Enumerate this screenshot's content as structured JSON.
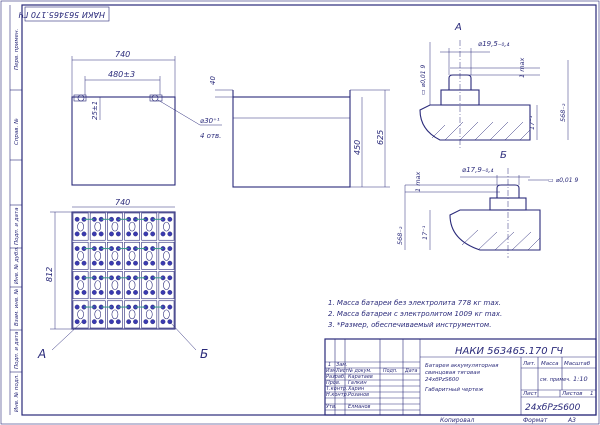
{
  "doc_code": "НАКИ 563465.170 ГЧ",
  "doc_code_rotated": "НАКИ 563465.170 ГЧ",
  "side_strip": {
    "perv_primen": "Перв. примен.",
    "sprav_no": "Справ. №",
    "podp_data_1": "Подп. и дата",
    "inv_dubl": "Инв. № дубл.",
    "vzam_inv": "Взам. инв. №",
    "podp_data_2": "Подп. и дата",
    "inv_podl": "Инв. № подл."
  },
  "top_view": {
    "dim_width": "740",
    "dim_center": "480±3",
    "dim_offset": "25±1",
    "hole_dia": "⌀30⁺¹",
    "hole_count": "4 отв."
  },
  "front_view": {
    "dim_40": "40",
    "dim_450": "450",
    "dim_625": "625"
  },
  "plan_view": {
    "dim_width": "740",
    "dim_depth": "812",
    "label_a": "А",
    "label_b": "Б"
  },
  "detail_a": {
    "title": "А",
    "dia": "⌀19,5₋₀,₄",
    "runout": "▭ ⌀0,01 9",
    "max": "1 max",
    "h17": "17⁻¹",
    "h568": "568₋₂"
  },
  "detail_b": {
    "title": "Б",
    "dia": "⌀17,9₋₀,₄",
    "runout": "▭ ⌀0,01 9",
    "max": "1 max",
    "h17": "17⁻¹",
    "h568": "568₋₂"
  },
  "notes": [
    "1. Масса батареи без электролита 778 кг max.",
    "2. Масса батареи с электролитом 1009 кг max.",
    "3. *Размер, обеспечиваемый инструментом."
  ],
  "title_block": {
    "code": "НАКИ 563465.170 ГЧ",
    "description_1": "Батарея аккумуляторная",
    "description_2": "свинцовая тяговая",
    "description_3": "24хбPzS600",
    "description_4": "Габаритный чертеж",
    "product": "24хбPzS600",
    "head_izm": "Изм.",
    "head_list": "Лист",
    "head_doc": "№ докум.",
    "head_podp": "Подп.",
    "head_data": "Дата",
    "head_lit": "Лит.",
    "head_massa": "Масса",
    "head_masshtab": "Масштаб",
    "massa_val": "см. примеч.",
    "masshtab_val": "1:10",
    "list_label": "Лист",
    "listov_label": "Листов",
    "listov_val": "1",
    "izm_label": "1",
    "izm_sub": "Зам.",
    "roles": [
      "Разраб.",
      "Пров.",
      "Т.контр.",
      "Н.контр.",
      "Утв."
    ],
    "names": [
      "Каратаев",
      "Галкин",
      "Харин",
      "Розанов",
      "Елманов"
    ],
    "kopiroval": "Копировал",
    "format": "Формат",
    "format_val": "А3"
  }
}
